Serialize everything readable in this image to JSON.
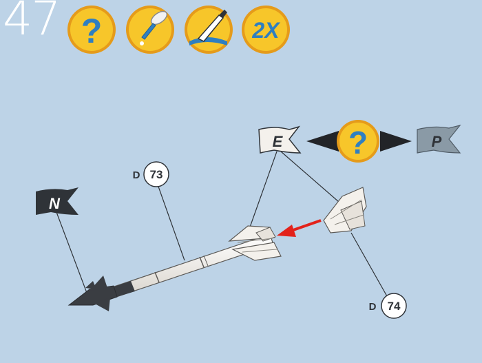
{
  "step": {
    "number": "47",
    "multiplier": "2X"
  },
  "toolbar_icons": [
    {
      "icon": "question-icon",
      "glyph": "?"
    },
    {
      "icon": "glue-icon"
    },
    {
      "icon": "paint-brush-icon"
    },
    {
      "icon": "multiplier-icon"
    }
  ],
  "flags": {
    "e": "E",
    "p": "P",
    "n": "N",
    "choice": "?"
  },
  "parts": {
    "d73": {
      "prefix": "D",
      "number": "73"
    },
    "d74": {
      "prefix": "D",
      "number": "74"
    }
  },
  "colors": {
    "background": "#bdd3e7",
    "badge_fill": "#f7c62a",
    "badge_ring": "#e59b1a",
    "dark_flag": "#2f3338",
    "arrow_red": "#e3221b"
  }
}
